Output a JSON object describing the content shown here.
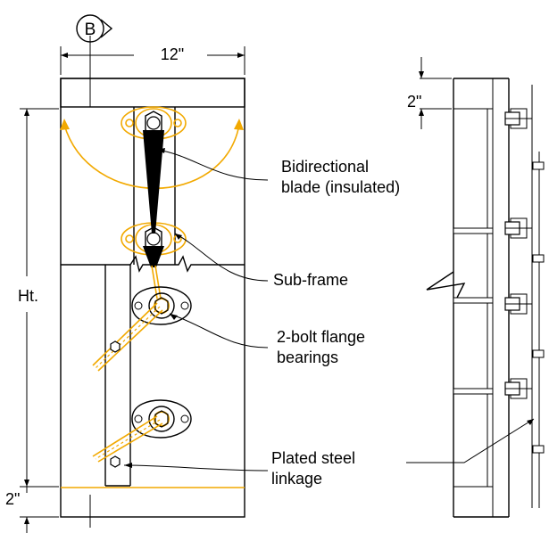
{
  "section_marker": "B",
  "dimensions": {
    "width": "12\"",
    "height": "Ht.",
    "top_offset": "2\"",
    "bottom_offset": "2\""
  },
  "callouts": {
    "blade_line1": "Bidirectional",
    "blade_line2": "blade (insulated)",
    "subframe": "Sub-frame",
    "bearings_line1": "2-bolt flange",
    "bearings_line2": "bearings",
    "linkage_line1": "Plated steel",
    "linkage_line2": "linkage"
  },
  "colors": {
    "linework": "#000000",
    "hardware": "#f2a900",
    "background": "#ffffff"
  }
}
